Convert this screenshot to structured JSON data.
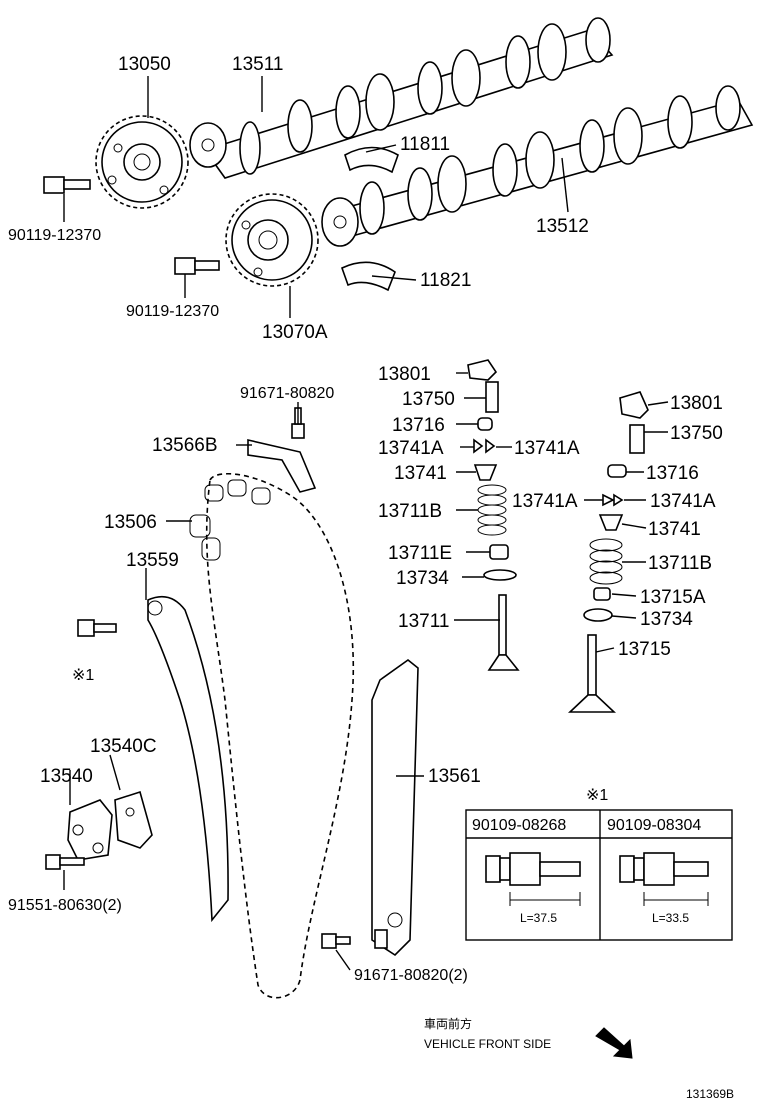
{
  "labels": {
    "p13050": "13050",
    "p13511": "13511",
    "p11811": "11811",
    "p13512": "13512",
    "p11821": "11821",
    "p13070a": "13070A",
    "bolt_cam1": "90119-12370",
    "bolt_cam2": "90119-12370",
    "bolt_91671_top": "91671-80820",
    "p13566b": "13566B",
    "p13506": "13506",
    "p13559": "13559",
    "ref_mark_left": "※1",
    "p13540c": "13540C",
    "p13540": "13540",
    "bolt_91551": "91551-80630(2)",
    "p13561": "13561",
    "bolt_91671_bottom": "91671-80820(2)",
    "l_13801": "13801",
    "l_13750": "13750",
    "l_13716": "13716",
    "l_13741a_left": "13741A",
    "l_13741a_right": "13741A",
    "l_13741": "13741",
    "l_13711b": "13711B",
    "l_13711e": "13711E",
    "l_13734": "13734",
    "l_13711": "13711",
    "r_13801": "13801",
    "r_13750": "13750",
    "r_13716": "13716",
    "r_13741a_left": "13741A",
    "r_13741a_right": "13741A",
    "r_13741": "13741",
    "r_13711b": "13711B",
    "r_13715a": "13715A",
    "r_13734": "13734",
    "r_13715": "13715"
  },
  "bolt_table": {
    "ref_mark": "※1",
    "columns": [
      {
        "part_no": "90109-08268",
        "length": "L=37.5"
      },
      {
        "part_no": "90109-08304",
        "length": "L=33.5"
      }
    ]
  },
  "direction": {
    "japanese": "車両前方",
    "english": "VEHICLE FRONT SIDE"
  },
  "figure_id": "131369B"
}
